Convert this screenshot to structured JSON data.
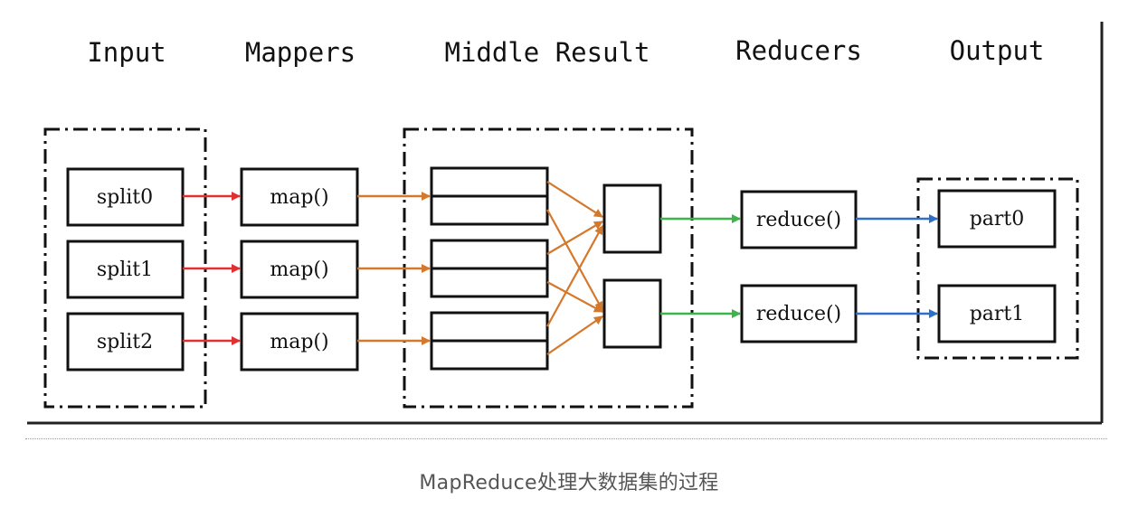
{
  "columns": {
    "input": "Input",
    "mappers": "Mappers",
    "middle": "Middle Result",
    "reducers": "Reducers",
    "output": "Output"
  },
  "splits": [
    "split0",
    "split1",
    "split2"
  ],
  "maps": [
    "map()",
    "map()",
    "map()"
  ],
  "reduces": [
    "reduce()",
    "reduce()"
  ],
  "parts": [
    "part0",
    "part1"
  ],
  "caption": "MapReduce处理大数据集的过程",
  "colors": {
    "split_to_map": "#e03030",
    "map_to_middle": "#d4782c",
    "shuffle": "#d4782c",
    "to_reduce": "#3db34a",
    "to_output": "#2e6fc9",
    "box_border": "#111111"
  }
}
